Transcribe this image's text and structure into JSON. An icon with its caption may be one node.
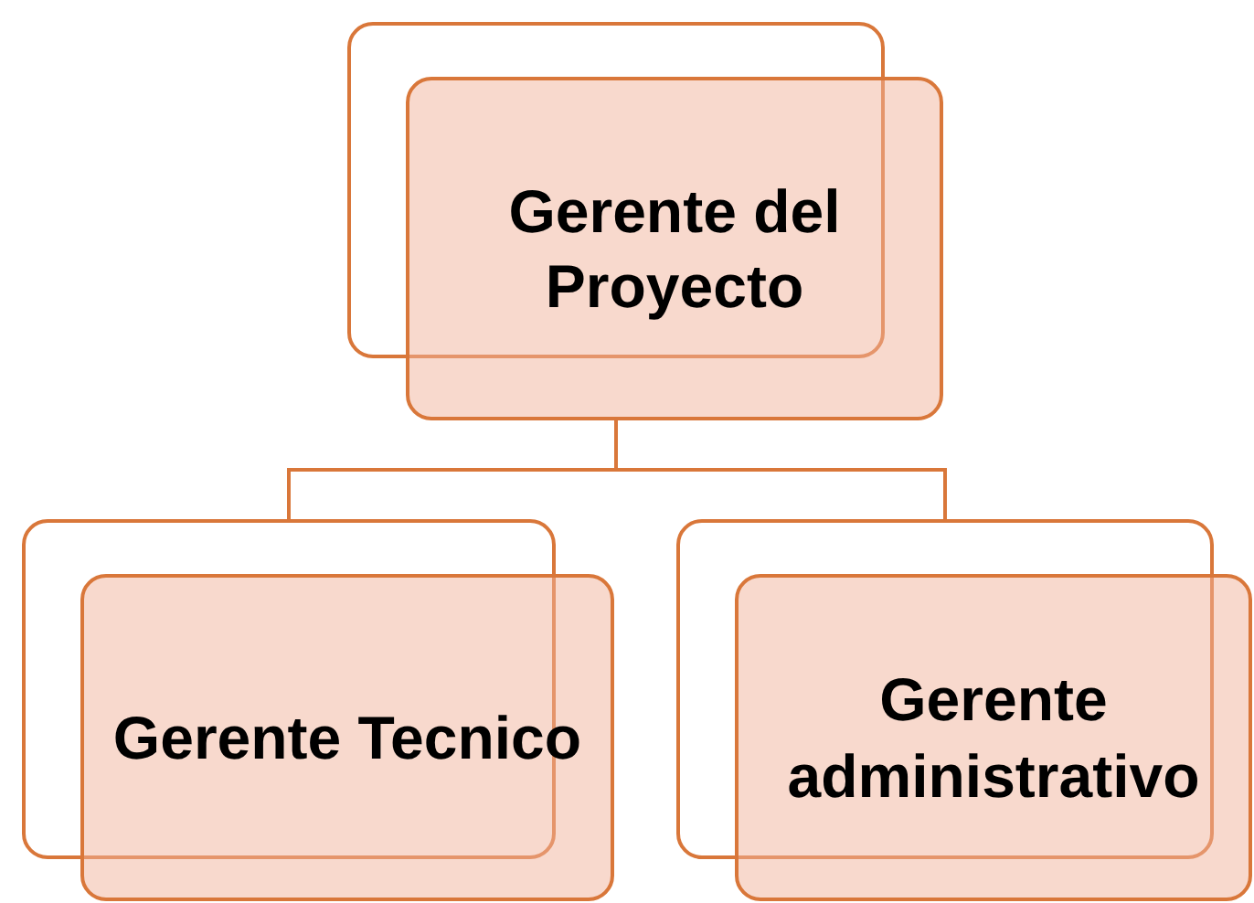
{
  "diagram": {
    "nodes": [
      {
        "text": [
          "Gerente del Proyecto"
        ]
      },
      {
        "text": [
          "Gerente Tecnico"
        ]
      },
      {
        "text": [
          "Gerente administrativo"
        ]
      }
    ],
    "edges": [
      {
        "from": 0,
        "to": 1,
        "arrow": "none"
      },
      {
        "from": 0,
        "to": 2,
        "arrow": "none"
      }
    ]
  }
}
